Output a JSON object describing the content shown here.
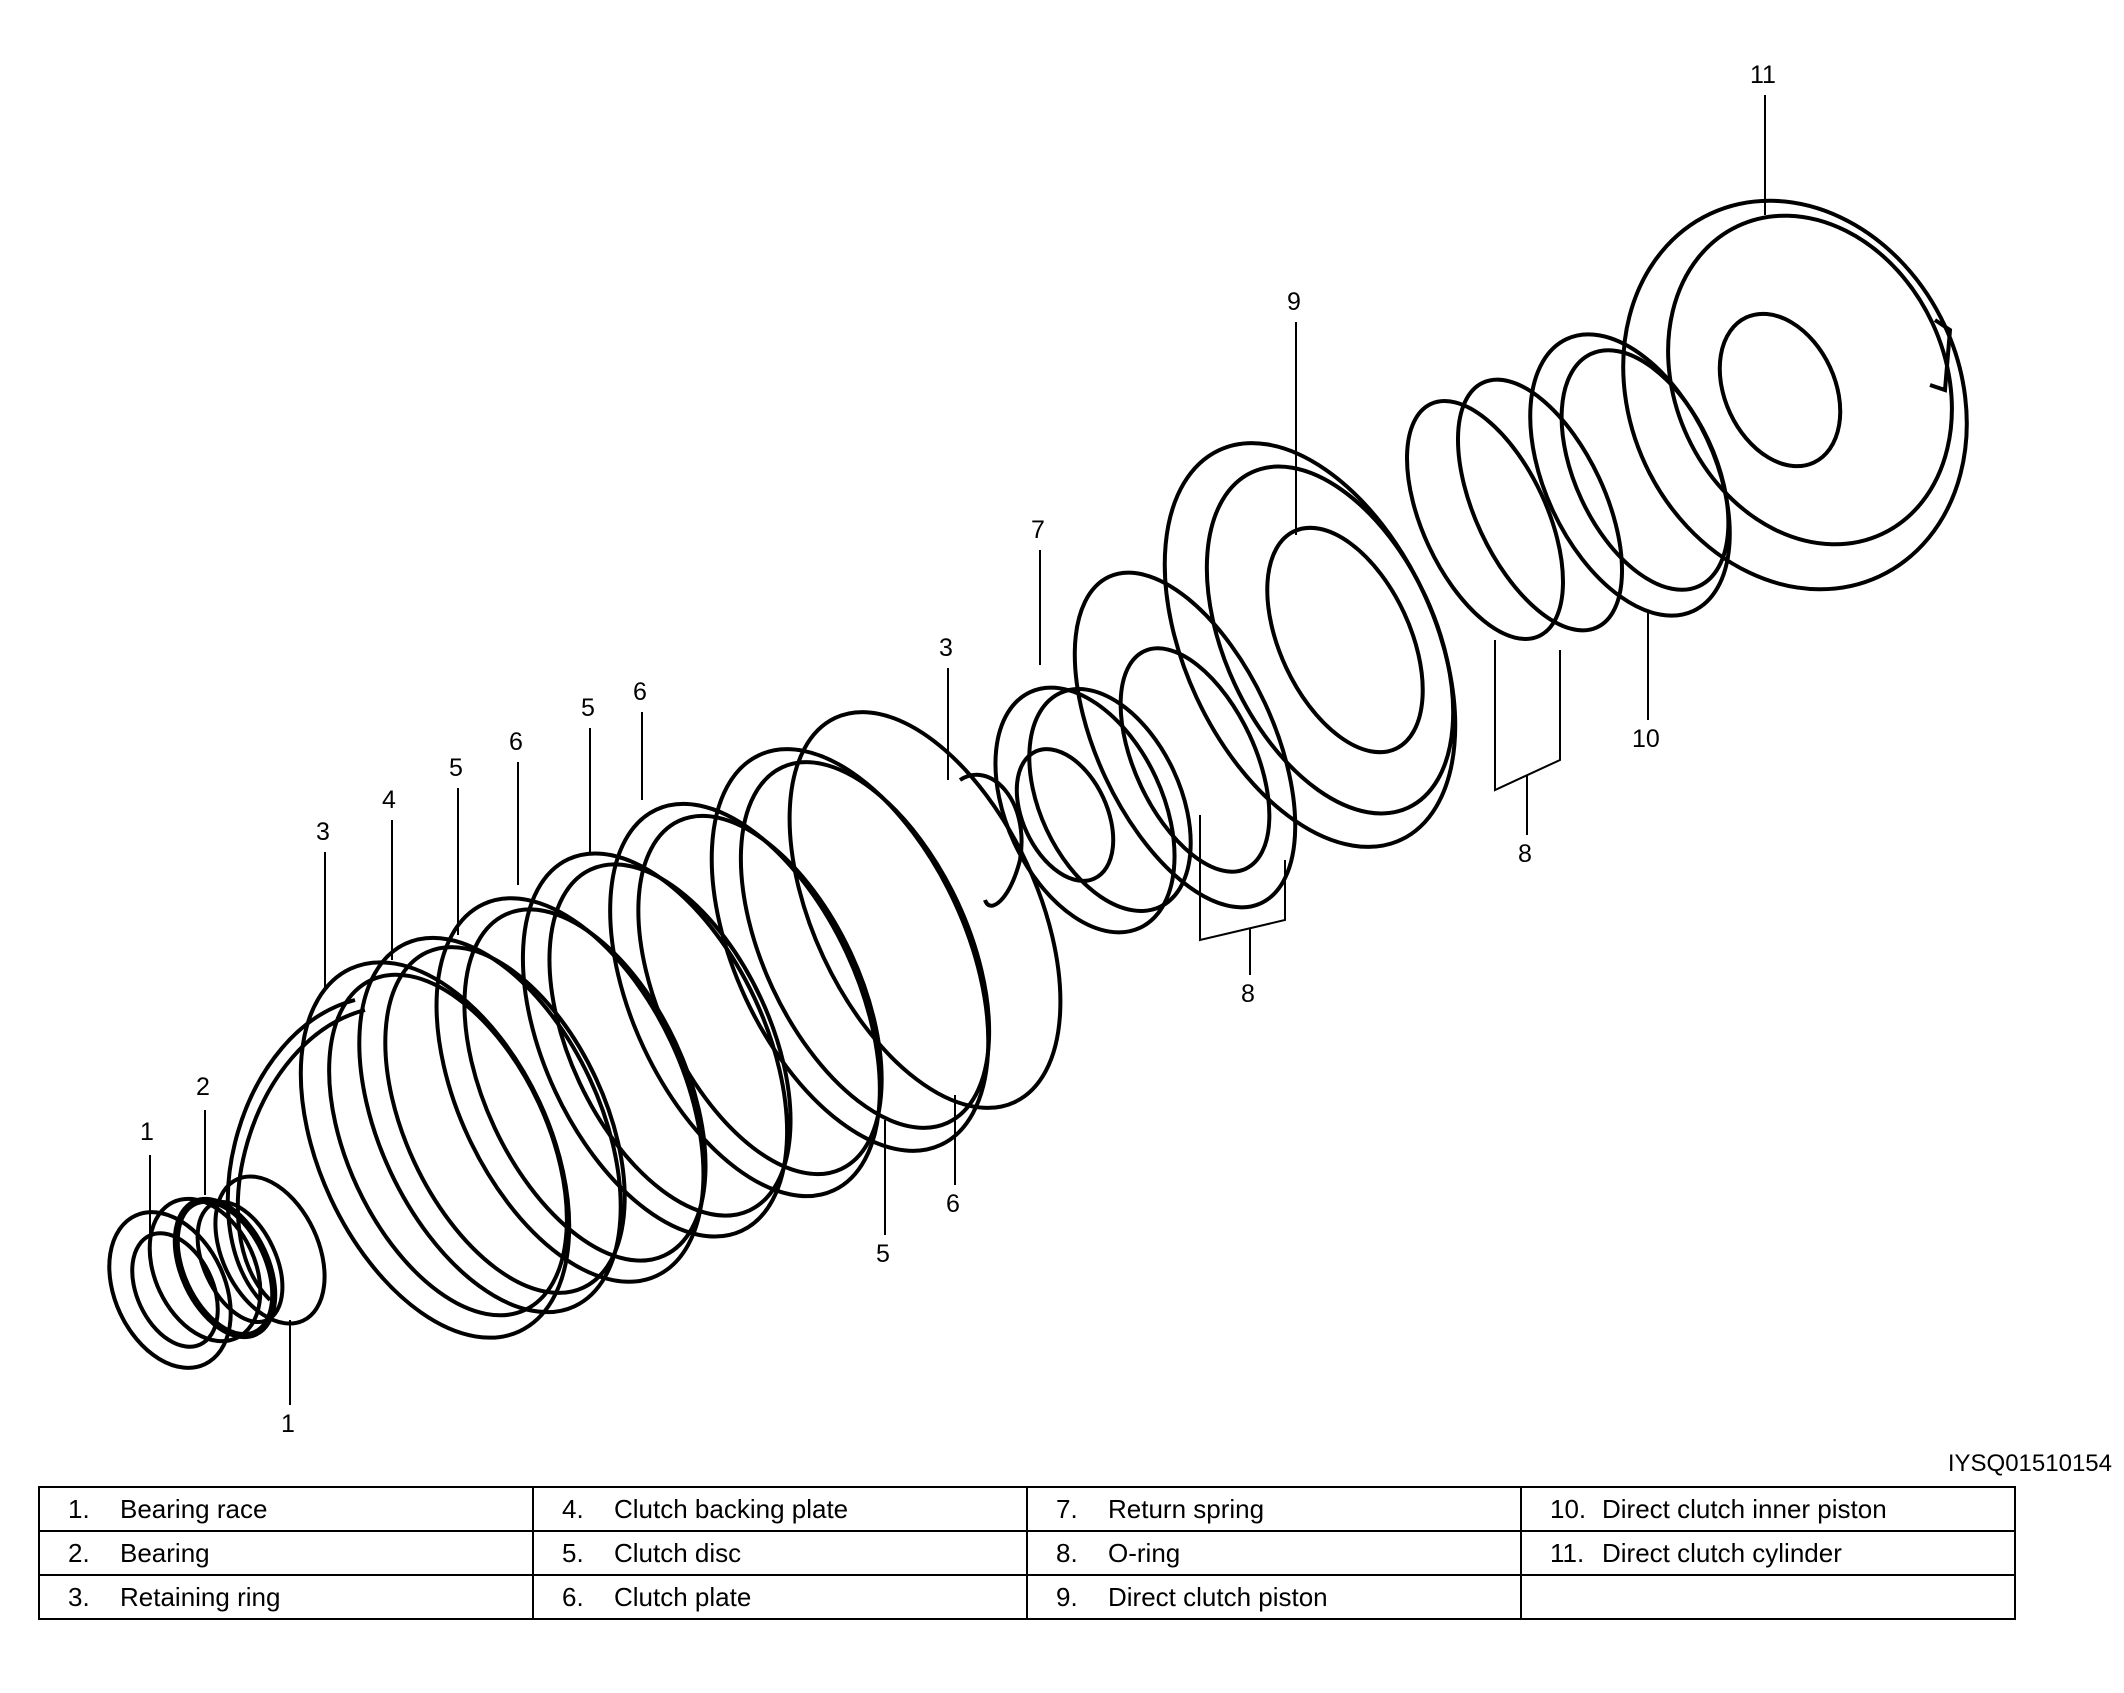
{
  "callouts": [
    "1",
    "2",
    "3",
    "4",
    "5",
    "6",
    "5",
    "6",
    "3",
    "7",
    "9",
    "8",
    "8",
    "10",
    "11",
    "5",
    "6",
    "1"
  ],
  "figure_code": "IYSQ01510154",
  "legend": [
    [
      {
        "num": "1.",
        "label": "Bearing race"
      },
      {
        "num": "4.",
        "label": "Clutch backing plate"
      },
      {
        "num": "7.",
        "label": "Return spring"
      },
      {
        "num": "10.",
        "label": "Direct clutch inner piston"
      }
    ],
    [
      {
        "num": "2.",
        "label": "Bearing"
      },
      {
        "num": "5.",
        "label": "Clutch disc"
      },
      {
        "num": "8.",
        "label": "O-ring"
      },
      {
        "num": "11.",
        "label": "Direct clutch cylinder"
      }
    ],
    [
      {
        "num": "3.",
        "label": "Retaining ring"
      },
      {
        "num": "6.",
        "label": "Clutch plate"
      },
      {
        "num": "9.",
        "label": "Direct clutch piston"
      },
      {
        "num": "",
        "label": ""
      }
    ]
  ]
}
